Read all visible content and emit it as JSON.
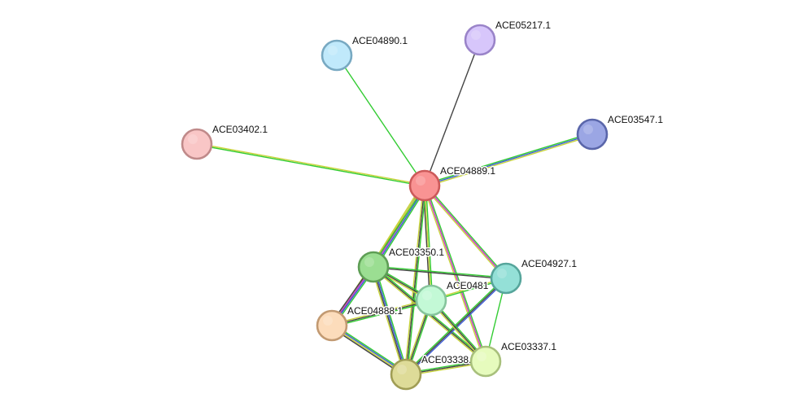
{
  "chart_data": {
    "type": "network",
    "nodes": [
      {
        "id": "ACE04889.1",
        "label": "ACE04889.1",
        "color": "#f99393",
        "stroke": "#cc5a5a"
      },
      {
        "id": "ACE04890.1",
        "label": "ACE04890.1",
        "color": "#c0e9fb",
        "stroke": "#78a9c2"
      },
      {
        "id": "ACE05217.1",
        "label": "ACE05217.1",
        "color": "#d7c6fb",
        "stroke": "#9a84c9"
      },
      {
        "id": "ACE03402.1",
        "label": "ACE03402.1",
        "color": "#f9c6c6",
        "stroke": "#c08a8a"
      },
      {
        "id": "ACE03547.1",
        "label": "ACE03547.1",
        "color": "#9ba6e4",
        "stroke": "#5a66aa"
      },
      {
        "id": "ACE03350.1",
        "label": "ACE03350.1",
        "color": "#9bde92",
        "stroke": "#5e9e55"
      },
      {
        "id": "ACE04927.1",
        "label": "ACE04927.1",
        "color": "#94e0d7",
        "stroke": "#56a59b"
      },
      {
        "id": "ACE04817",
        "label": "ACE0481",
        "color": "#c3f9d6",
        "stroke": "#86c49c"
      },
      {
        "id": "ACE04888.1",
        "label": "ACE04888.1",
        "color": "#fcdcbb",
        "stroke": "#c29a72"
      },
      {
        "id": "ACE03338.1",
        "label": "ACE03338.",
        "color": "#dedb98",
        "stroke": "#a09d55"
      },
      {
        "id": "ACE03337.1",
        "label": "ACE03337.1",
        "color": "#e6fbbd",
        "stroke": "#a8c07c"
      }
    ],
    "edges": [
      {
        "source": "ACE04889.1",
        "target": "ACE04890.1",
        "evidence": [
          "#33cc33"
        ]
      },
      {
        "source": "ACE04889.1",
        "target": "ACE05217.1",
        "evidence": [
          "#444444"
        ]
      },
      {
        "source": "ACE04889.1",
        "target": "ACE03402.1",
        "evidence": [
          "#33cc33",
          "#c8d43c"
        ]
      },
      {
        "source": "ACE04889.1",
        "target": "ACE03547.1",
        "evidence": [
          "#33cc33",
          "#3b5bd6",
          "#c8d43c"
        ]
      },
      {
        "source": "ACE04889.1",
        "target": "ACE03350.1",
        "evidence": [
          "#33cc33",
          "#3b5bd6",
          "#cc33cc",
          "#444444",
          "#c8d43c"
        ]
      },
      {
        "source": "ACE04889.1",
        "target": "ACE04927.1",
        "evidence": [
          "#33cc33",
          "#cc33cc",
          "#c8d43c"
        ]
      },
      {
        "source": "ACE04889.1",
        "target": "ACE04817",
        "evidence": [
          "#33cc33",
          "#c8d43c",
          "#444444"
        ]
      },
      {
        "source": "ACE04889.1",
        "target": "ACE04888.1",
        "evidence": [
          "#33cc33",
          "#c8d43c"
        ]
      },
      {
        "source": "ACE04889.1",
        "target": "ACE03338.1",
        "evidence": [
          "#33cc33",
          "#444444",
          "#c8d43c"
        ]
      },
      {
        "source": "ACE04889.1",
        "target": "ACE03337.1",
        "evidence": [
          "#33cc33",
          "#cc33cc",
          "#c8d43c"
        ]
      },
      {
        "source": "ACE03350.1",
        "target": "ACE04927.1",
        "evidence": [
          "#33cc33",
          "#444444"
        ]
      },
      {
        "source": "ACE03350.1",
        "target": "ACE04817",
        "evidence": [
          "#33cc33",
          "#444444",
          "#c8d43c"
        ]
      },
      {
        "source": "ACE03350.1",
        "target": "ACE04888.1",
        "evidence": [
          "#33cc33",
          "#3b5bd6",
          "#cc33cc",
          "#444444"
        ]
      },
      {
        "source": "ACE03350.1",
        "target": "ACE03338.1",
        "evidence": [
          "#33cc33",
          "#3b5bd6",
          "#444444",
          "#c8d43c"
        ]
      },
      {
        "source": "ACE03350.1",
        "target": "ACE03337.1",
        "evidence": [
          "#33cc33",
          "#444444",
          "#c8d43c"
        ]
      },
      {
        "source": "ACE04927.1",
        "target": "ACE04817",
        "evidence": [
          "#33cc33",
          "#c8d43c"
        ]
      },
      {
        "source": "ACE04927.1",
        "target": "ACE03338.1",
        "evidence": [
          "#3b5bd6",
          "#444444",
          "#33cc33"
        ]
      },
      {
        "source": "ACE04927.1",
        "target": "ACE03337.1",
        "evidence": [
          "#33cc33"
        ]
      },
      {
        "source": "ACE04817",
        "target": "ACE04888.1",
        "evidence": [
          "#33cc33",
          "#444444",
          "#c8d43c"
        ]
      },
      {
        "source": "ACE04817",
        "target": "ACE03338.1",
        "evidence": [
          "#33cc33",
          "#444444",
          "#c8d43c"
        ]
      },
      {
        "source": "ACE04817",
        "target": "ACE03337.1",
        "evidence": [
          "#33cc33",
          "#444444",
          "#c8d43c"
        ]
      },
      {
        "source": "ACE04888.1",
        "target": "ACE03338.1",
        "evidence": [
          "#33cc33",
          "#3b5bd6",
          "#c8d43c",
          "#444444"
        ]
      },
      {
        "source": "ACE03338.1",
        "target": "ACE03337.1",
        "evidence": [
          "#33cc33",
          "#444444",
          "#c8d43c"
        ]
      }
    ]
  }
}
